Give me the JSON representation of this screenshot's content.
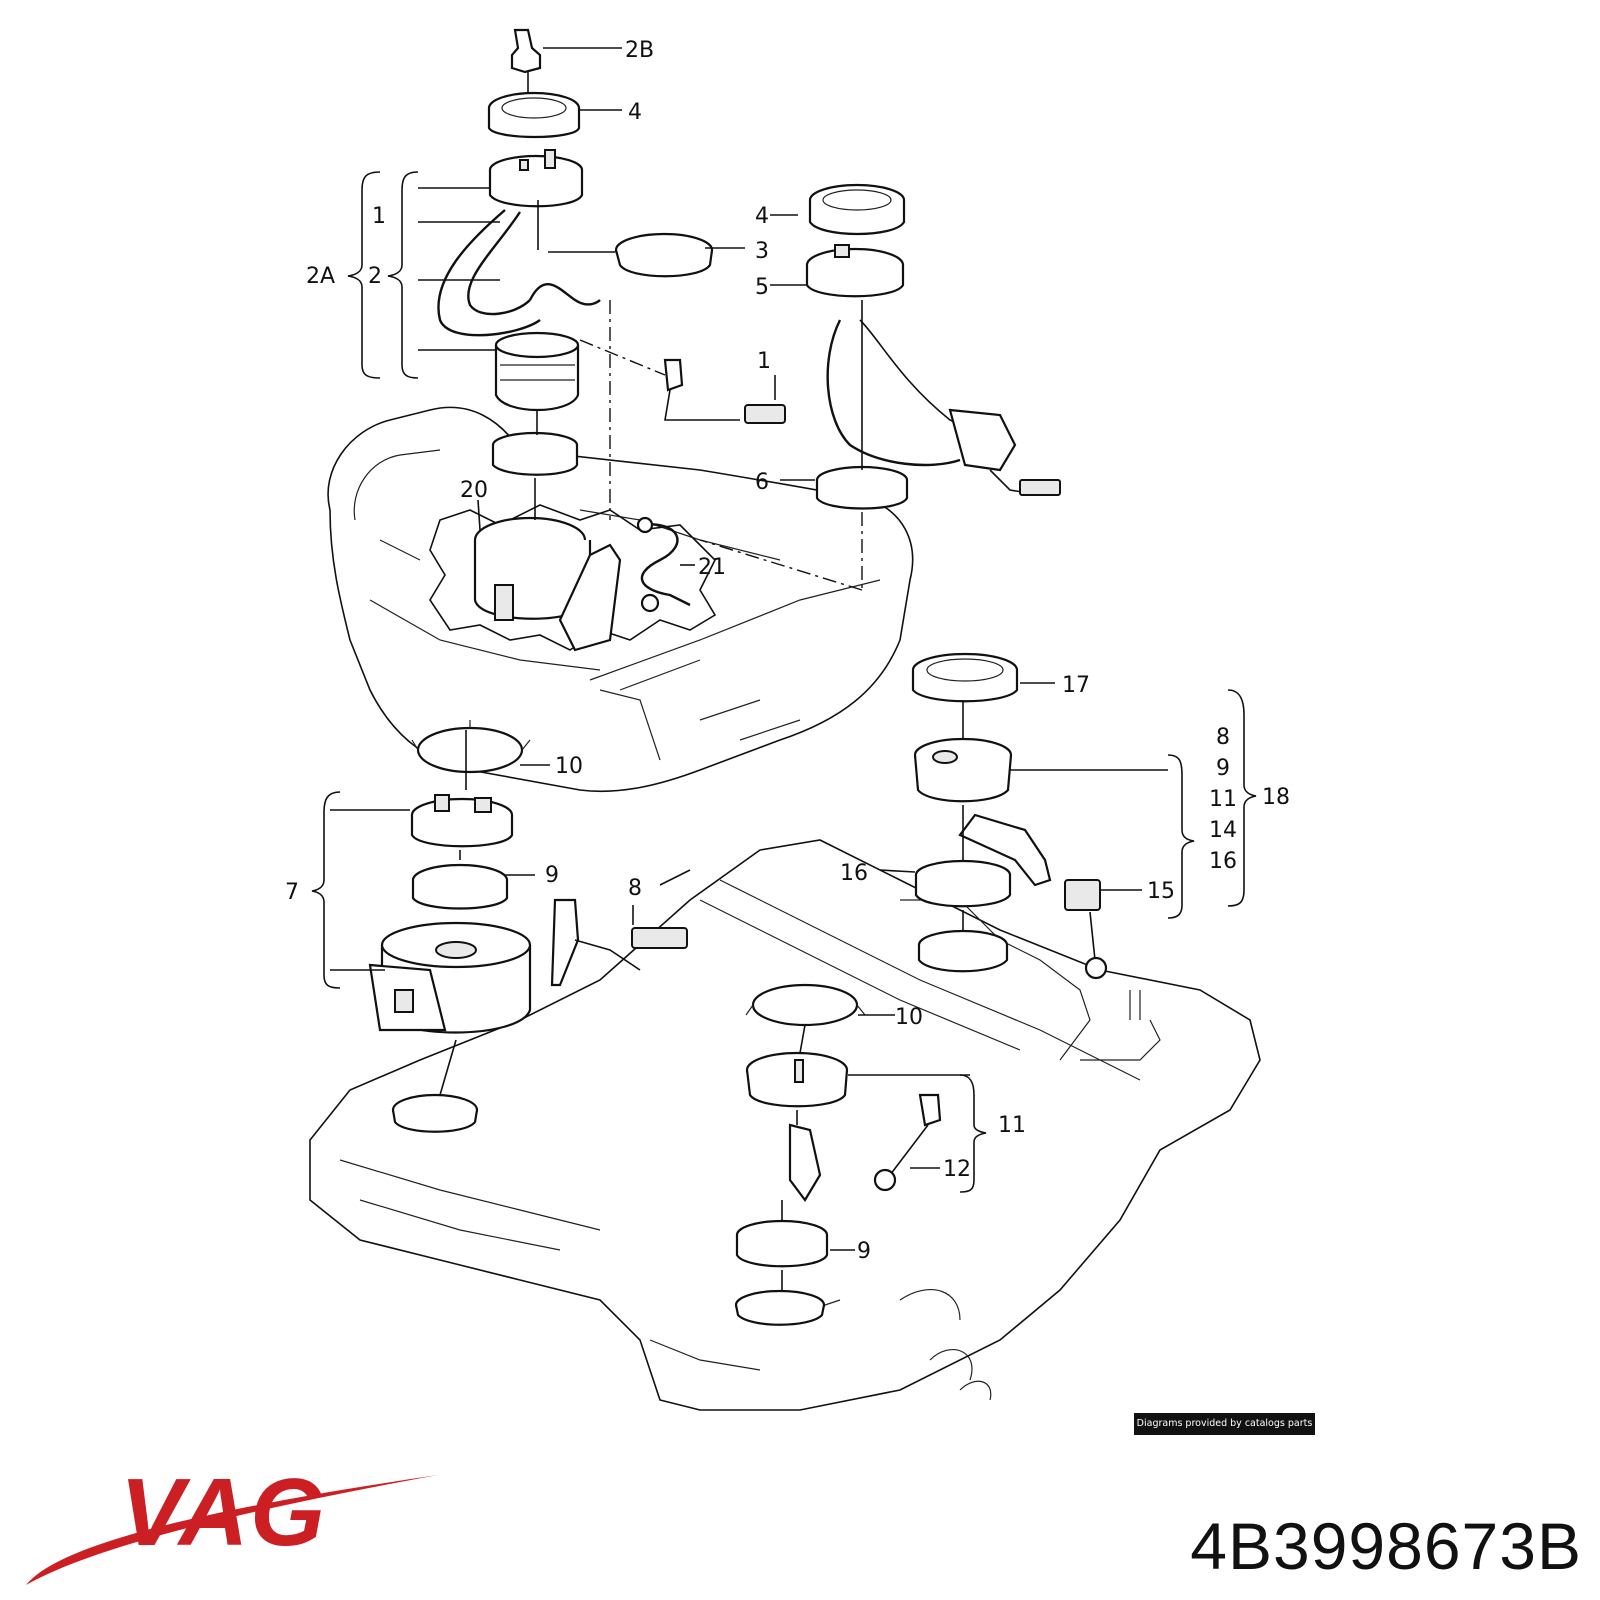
{
  "diagram": {
    "callouts": {
      "c_2B": "2B",
      "c_4a": "4",
      "c_1a": "1",
      "c_2": "2",
      "c_2A": "2A",
      "c_4b": "4",
      "c_3": "3",
      "c_5": "5",
      "c_1b": "1",
      "c_6": "6",
      "c_20": "20",
      "c_21": "21",
      "c_17": "17",
      "c_8a": "8",
      "c_9a": "9",
      "c_11a": "11",
      "c_14": "14",
      "c_16a": "16",
      "c_18": "18",
      "c_10a": "10",
      "c_7": "7",
      "c_9b": "9",
      "c_8b": "8",
      "c_16b": "16",
      "c_15": "15",
      "c_10b": "10",
      "c_11b": "11",
      "c_12": "12",
      "c_9c": "9"
    }
  },
  "credit": "Diagrams provided by catalogs parts",
  "brand": "VAG",
  "part_number": "4B3998673B",
  "colors": {
    "brand_red": "#cc1f24",
    "ink": "#111111",
    "credit_bg": "#111111"
  }
}
